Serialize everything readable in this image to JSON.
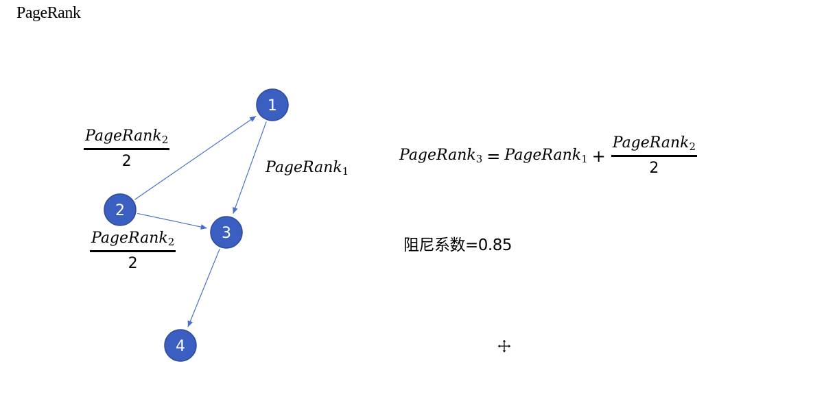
{
  "title": "PageRank",
  "graph": {
    "node_color": "#3b5fc0",
    "node_border": "#2f4b9a",
    "edge_color": "#4a6fc9",
    "nodes": [
      {
        "id": "1",
        "label": "1"
      },
      {
        "id": "2",
        "label": "2"
      },
      {
        "id": "3",
        "label": "3"
      },
      {
        "id": "4",
        "label": "4"
      }
    ],
    "edges": [
      {
        "from": "2",
        "to": "1"
      },
      {
        "from": "2",
        "to": "3"
      },
      {
        "from": "1",
        "to": "3"
      },
      {
        "from": "3",
        "to": "4"
      }
    ]
  },
  "labels": {
    "edge_2_1": {
      "num_base": "PageRank",
      "num_sub": "2",
      "den": "2"
    },
    "edge_2_3": {
      "num_base": "PageRank",
      "num_sub": "2",
      "den": "2"
    },
    "edge_1_3": {
      "base": "PageRank",
      "sub": "1"
    }
  },
  "equation": {
    "lhs_base": "PageRank",
    "lhs_sub": "3",
    "equals": "=",
    "term1_base": "PageRank",
    "term1_sub": "1",
    "plus": "+",
    "frac_num_base": "PageRank",
    "frac_num_sub": "2",
    "frac_den": "2"
  },
  "damping": "阻尼系数=0.85",
  "cursor_icon": "move-cursor-icon"
}
